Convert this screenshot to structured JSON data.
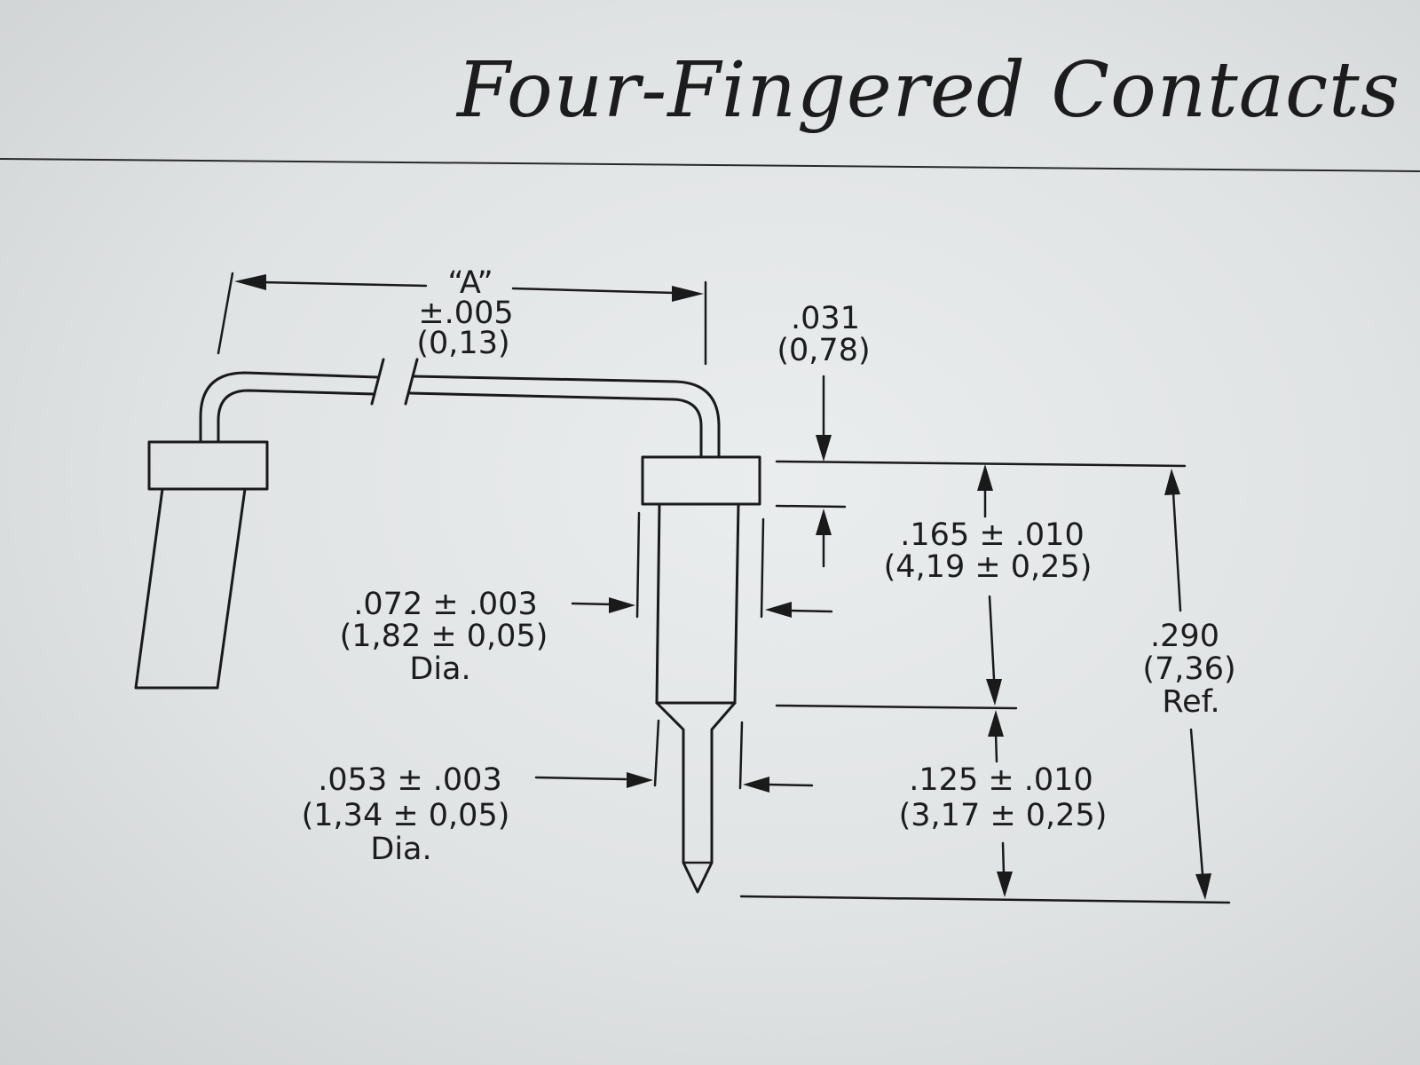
{
  "title": "Four-Fingered Contacts I",
  "dimensions": {
    "a": {
      "name": "“A”",
      "tol": "±.005",
      "metric": "(0,13)"
    },
    "flange_thickness": {
      "inch": ".031",
      "metric": "(0,78)"
    },
    "body_length": {
      "inch": ".165 ± .010",
      "metric": "(4,19 ± 0,25)"
    },
    "body_dia": {
      "inch": ".072 ± .003",
      "metric": "(1,82 ± 0,05)",
      "note": "Dia."
    },
    "pin_dia": {
      "inch": ".053 ± .003",
      "metric": "(1,34 ± 0,05)",
      "note": "Dia."
    },
    "pin_length": {
      "inch": ".125 ± .010",
      "metric": "(3,17 ± 0,25)"
    },
    "overall": {
      "inch": ".290",
      "metric": "(7,36)",
      "note": "Ref."
    }
  }
}
